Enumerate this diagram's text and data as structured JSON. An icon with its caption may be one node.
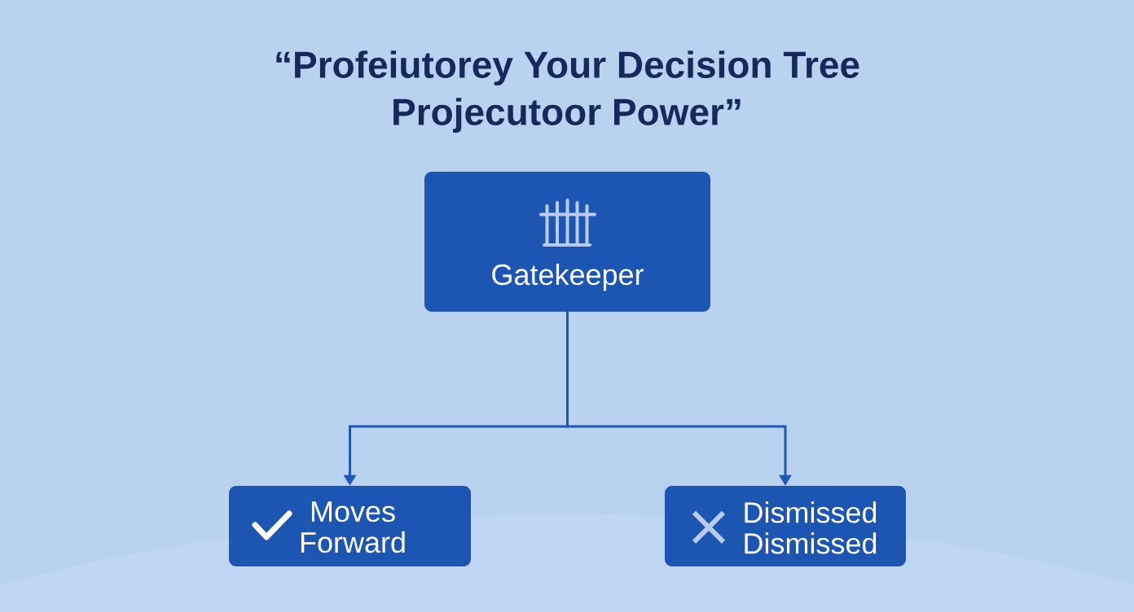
{
  "diagram": {
    "title": "“Profeiutorey Your Decision Tree Projecutoor Power”",
    "nodes": [
      {
        "text": [
          "Gatekeeper"
        ]
      },
      {
        "text": [
          "Moves Forward"
        ]
      },
      {
        "text": [
          "Dismissed Dismissed"
        ]
      }
    ],
    "edges": [
      {
        "from": 0,
        "to": 1,
        "arrow": "to"
      },
      {
        "from": 0,
        "to": 2,
        "arrow": "to"
      }
    ]
  }
}
